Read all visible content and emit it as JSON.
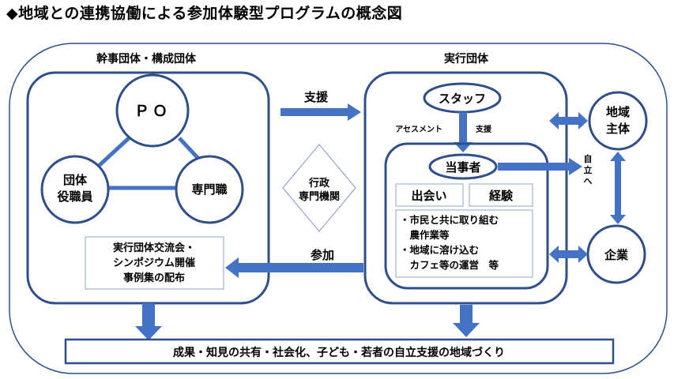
{
  "title": "◆地域との連携協働による参加体験型プログラムの概念図",
  "colors": {
    "stroke": "#2F4F8A",
    "arrow": "#4472C4",
    "text": "#000000",
    "background": "#FFFFFF"
  },
  "left_group": {
    "label": "幹事団体・構成団体",
    "po": "ＰＯ",
    "officers": [
      "団体",
      "役職員"
    ],
    "specialist": "専門職",
    "outputs": [
      "実行団体交流会・",
      "シンポジウム開催",
      "事例集の配布"
    ]
  },
  "center": {
    "support_label": "支援",
    "admin": [
      "行政",
      "専門機関"
    ],
    "participation_label": "参加"
  },
  "right_group": {
    "label": "実行団体",
    "staff": "スタッフ",
    "assessment_label": "アセスメント",
    "support_small": "支援",
    "party": "当事者",
    "encounter": "出会い",
    "experience": "経験",
    "activities": [
      "・市民と共に取り組む",
      "　農作業等",
      "・地域に溶け込む",
      "　カフェ等の運営　等"
    ]
  },
  "far_right": {
    "community": [
      "地域",
      "主体"
    ],
    "independence": [
      "自",
      "立",
      "へ"
    ],
    "company": "企業"
  },
  "bottom": "成果・知見の共有・社会化、子ども・若者の自立支援の地域づくり"
}
